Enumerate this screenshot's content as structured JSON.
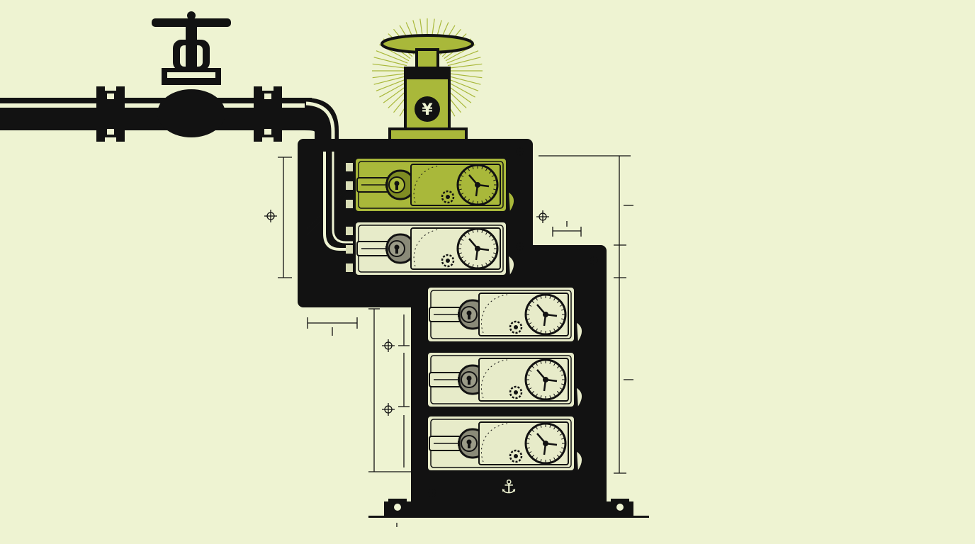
{
  "colors": {
    "background": "#eef3d2",
    "ink": "#121212",
    "accent": "#a9b83a",
    "accent_dark": "#7f8c23",
    "panel": "#e7ebc9",
    "panel_dim": "#d9ddb6"
  },
  "icons": {
    "top_valve_emblem": "yen-symbol-icon",
    "base_emblem": "anchor-icon",
    "modules": [
      "keyhole-icon",
      "gauge-icon",
      "gear-icon",
      "arrow-right-icon"
    ],
    "registration_marks": "crosshair-icon"
  },
  "modules": [
    {
      "id": "module-1",
      "highlight": true
    },
    {
      "id": "module-2",
      "highlight": false
    },
    {
      "id": "module-3",
      "highlight": false
    },
    {
      "id": "module-4",
      "highlight": false
    },
    {
      "id": "module-5",
      "highlight": false
    }
  ]
}
